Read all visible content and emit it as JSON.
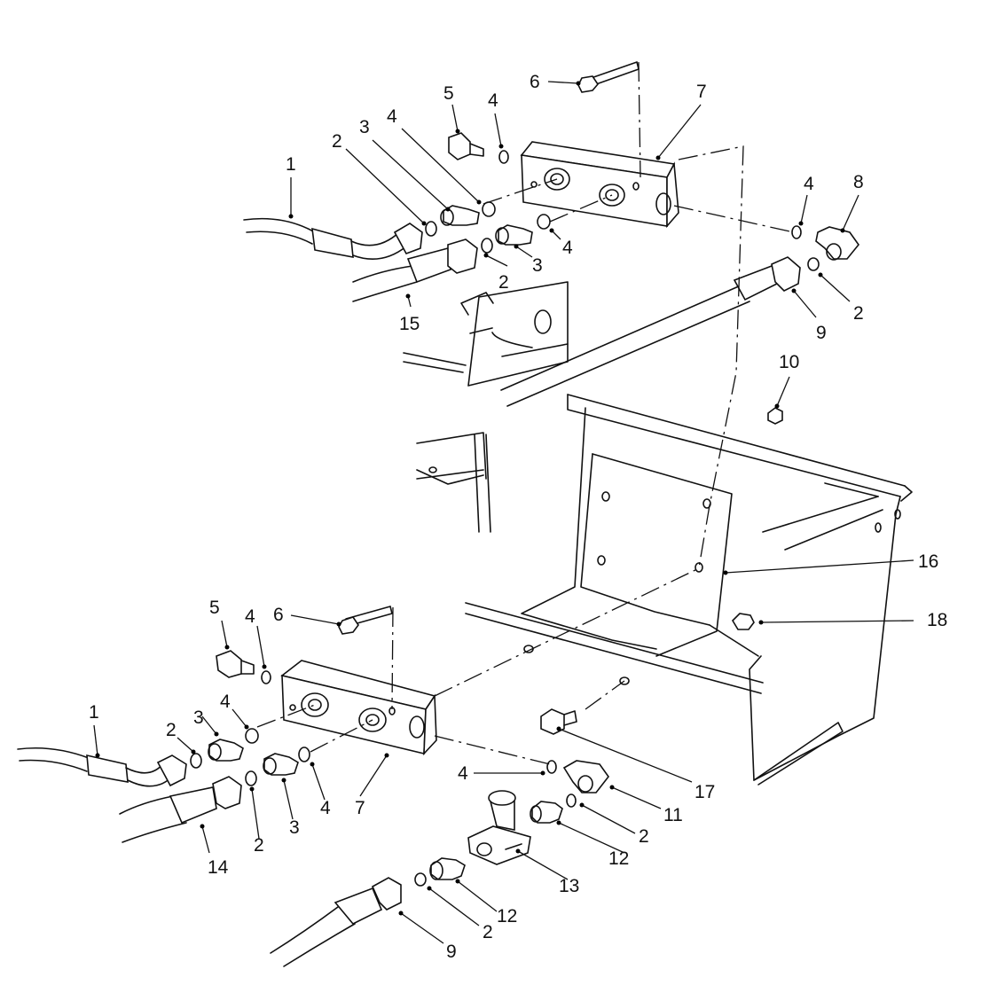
{
  "figure": {
    "callouts": {
      "hose_top": "1",
      "hose_bottom": "1",
      "oring_a": "2",
      "oring_b": "2",
      "oring_c": "2",
      "oring_d": "2",
      "oring_e": "2",
      "oring_f": "2",
      "oring_g": "2",
      "adapter_a": "3",
      "adapter_b": "3",
      "adapter_c": "3",
      "adapter_d": "3",
      "oring4_a": "4",
      "oring4_b": "4",
      "oring4_c": "4",
      "oring4_d": "4",
      "oring4_e": "4",
      "oring4_f": "4",
      "oring4_g": "4",
      "oring4_h": "4",
      "plug_top": "5",
      "plug_bottom": "5",
      "bolt_top": "6",
      "bolt_bottom": "6",
      "block_top": "7",
      "block_bottom": "7",
      "elbow_top": "8",
      "hose9_top": "9",
      "hose9_bottom": "9",
      "nut10": "10",
      "elbow11": "11",
      "adapter12_a": "12",
      "adapter12_b": "12",
      "tee13": "13",
      "hose14": "14",
      "hose15": "15",
      "bracket16": "16",
      "bolt17": "17",
      "nut18": "18"
    }
  }
}
